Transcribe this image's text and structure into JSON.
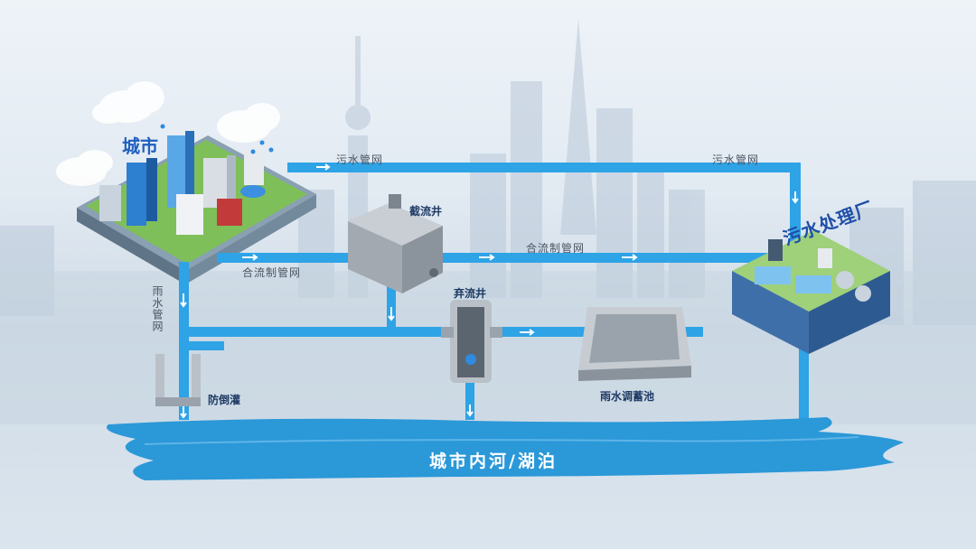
{
  "labels": {
    "city": "城市",
    "sewage_pipe_left": "污水管网",
    "sewage_pipe_right": "污水管网",
    "combined_pipe_left": "合流制管网",
    "combined_pipe_right": "合流制管网",
    "rain_pipe": "雨水管网",
    "intercept_well": "截流井",
    "discard_well": "弃流井",
    "anti_backflow": "防倒灌",
    "storage_tank": "雨水调蓄池",
    "treatment_plant": "污水处理厂",
    "river": "城市内河/湖泊"
  },
  "colors": {
    "pipe": "#2ea3e6",
    "river": "#2b98d8",
    "title_blue": "#1f4fa8"
  }
}
